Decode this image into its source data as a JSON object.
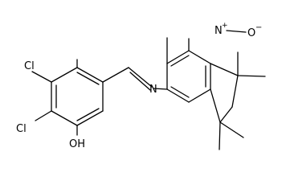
{
  "molecule": {
    "atom_labels": {
      "cl_top": "Cl",
      "cl_bottom": "Cl",
      "hydroxyl": "OH",
      "imine_n": "N",
      "nitro_n": "N",
      "nitro_plus": "+",
      "nitro_o": "O",
      "nitro_minus": "−"
    },
    "colors": {
      "bond": "#000000",
      "text": "#000000",
      "background": "#ffffff"
    }
  }
}
